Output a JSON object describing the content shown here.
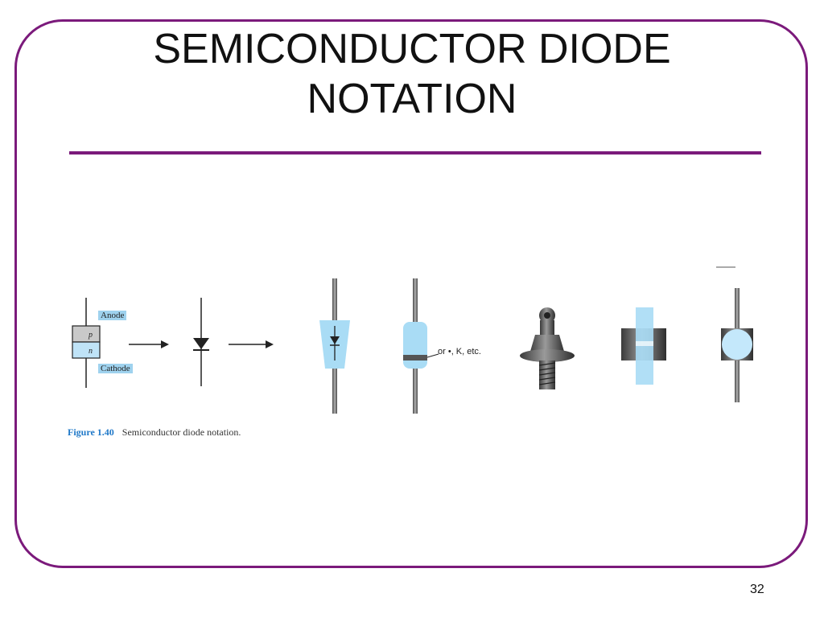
{
  "slide": {
    "title_line1": "SEMICONDUCTOR DIODE",
    "title_line2": "NOTATION",
    "page_number": "32",
    "accent_color": "#7b1a7b"
  },
  "figure": {
    "anode_label": "Anode",
    "cathode_label": "Cathode",
    "p_label": "p",
    "n_label": "n",
    "band_note": "or •, K, etc.",
    "caption_number": "Figure 1.40",
    "caption_text": "Semiconductor diode notation."
  }
}
